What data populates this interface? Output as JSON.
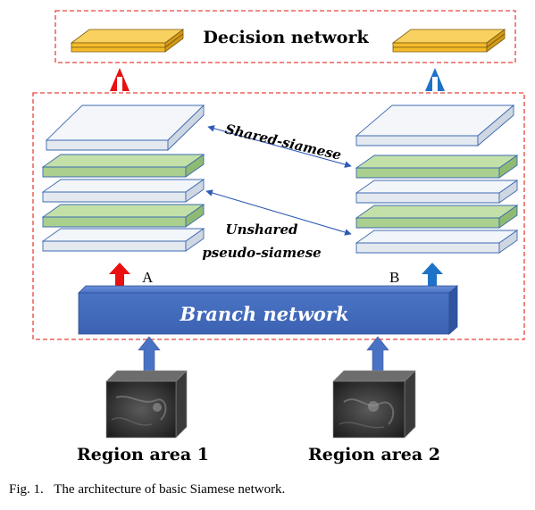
{
  "decision_label": "Decision network",
  "shared_label": "Shared-siamese",
  "unshared_label_line1": "Unshared",
  "unshared_label_line2": "pseudo-siamese",
  "branch_label": "Branch network",
  "label_a": "A",
  "label_b": "B",
  "region_1": "Region area 1",
  "region_2": "Region area 2",
  "caption_number": "Fig. 1.",
  "caption_text": "The architecture of basic Siamese network.",
  "colors": {
    "red_dash": "#e8443c",
    "decision_layer": "#f4bb2a",
    "white_layer": "#e9eef4",
    "green_layer": "#a9d08e",
    "branch_box": "#4472c4",
    "up_arrow_red": "#e81010",
    "up_arrow_blue": "#1e72c8",
    "input_arrow": "#4a72c4"
  }
}
